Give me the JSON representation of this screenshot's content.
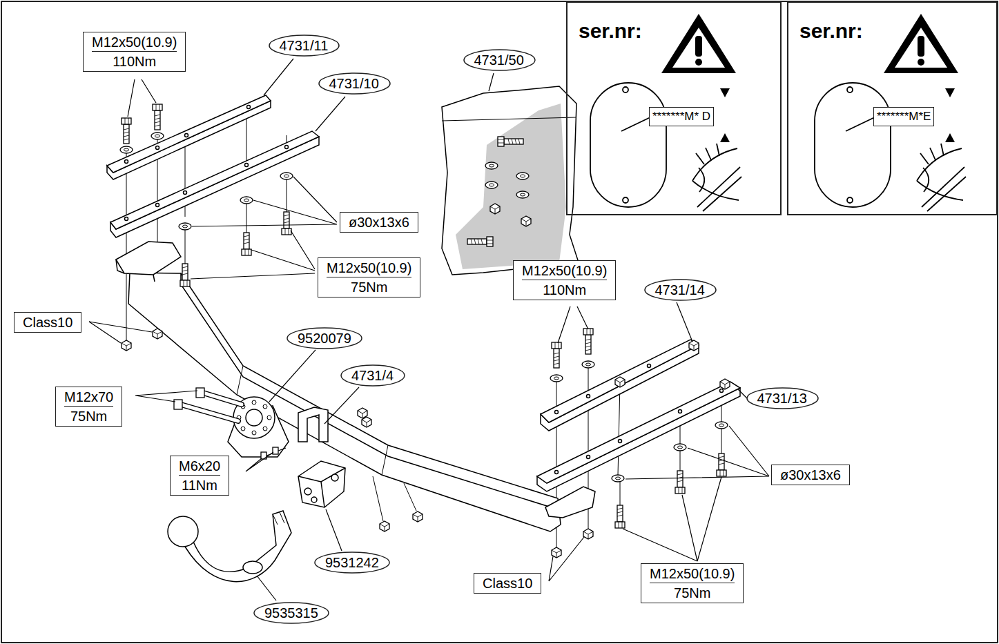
{
  "diagram": {
    "nodes": [
      {
        "text": [
          "M12x50(10.9)",
          "110Nm"
        ]
      },
      {
        "text": [
          "4731/11"
        ]
      },
      {
        "text": [
          "4731/10"
        ]
      },
      {
        "text": [
          "4731/50"
        ]
      },
      {
        "text": [
          "ser.nr:"
        ]
      },
      {
        "text": [
          "*******M* D"
        ],
        "in": 4
      },
      {
        "text": [
          "ser.nr:"
        ]
      },
      {
        "text": [
          "*******M*E"
        ],
        "in": 6
      },
      {
        "text": [
          "ø30x13x6"
        ]
      },
      {
        "text": [
          "M12x50(10.9)",
          "75Nm"
        ]
      },
      {
        "text": [
          "M12x50(10.9)",
          "110Nm"
        ]
      },
      {
        "text": [
          "4731/14"
        ]
      },
      {
        "text": [
          "Class10"
        ]
      },
      {
        "text": [
          "9520079"
        ]
      },
      {
        "text": [
          "4731/4"
        ]
      },
      {
        "text": [
          "4731/13"
        ]
      },
      {
        "text": [
          "M12x70",
          "75Nm"
        ]
      },
      {
        "text": [
          "ø30x13x6"
        ]
      },
      {
        "text": [
          "M6x20",
          "11Nm"
        ]
      },
      {
        "text": [
          "9531242"
        ]
      },
      {
        "text": [
          "Class10"
        ]
      },
      {
        "text": [
          "M12x50(10.9)",
          "75Nm"
        ]
      },
      {
        "text": [
          "9535315"
        ]
      }
    ]
  }
}
